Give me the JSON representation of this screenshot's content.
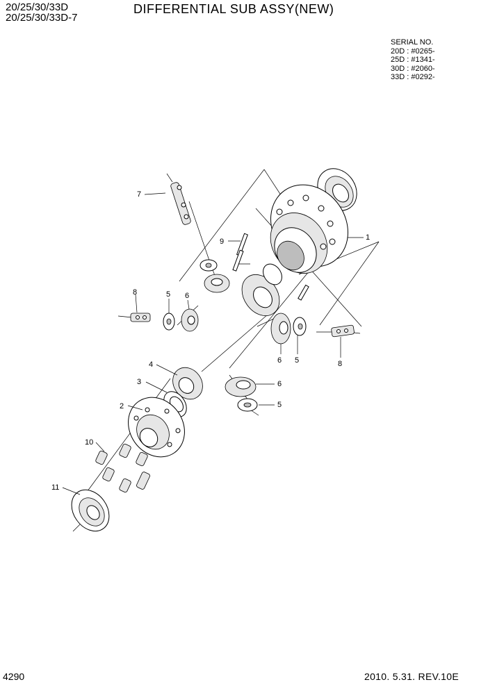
{
  "header": {
    "model_line1": "20/25/30/33D",
    "model_line2": "20/25/30/33D-7",
    "title": "DIFFERENTIAL SUB ASSY(NEW)"
  },
  "serial": {
    "label": "SERIAL NO.",
    "entries": [
      "20D : #0265-",
      "25D : #1341-",
      "30D : #2060-",
      "33D : #0292-"
    ]
  },
  "callouts": {
    "c1": "1",
    "c2": "2",
    "c3": "3",
    "c4": "4",
    "c5a": "5",
    "c5b": "5",
    "c5c": "5",
    "c6a": "6",
    "c6b": "6",
    "c6c": "6",
    "c7": "7",
    "c8a": "8",
    "c8b": "8",
    "c9": "9",
    "c10": "10",
    "c11": "11"
  },
  "footer": {
    "page_number": "4290",
    "revision": "2010. 5.31.  REV.10E"
  }
}
